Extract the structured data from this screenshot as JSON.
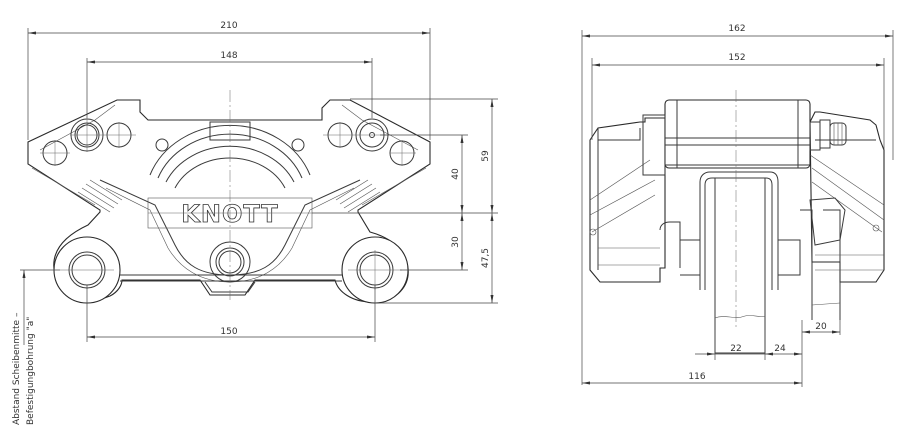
{
  "drawing": {
    "brand_logo": "KNOTT",
    "front_view": {
      "dimensions": {
        "overall_width": "210",
        "upper_hole_spacing": "148",
        "lower_hole_spacing": "150",
        "height_upper": "40",
        "height_lower": "30",
        "height_total_upper": "59",
        "height_total_lower": "47,5"
      },
      "side_note_line1": "Abstand Scheibenmitte –",
      "side_note_line2": "Befestigungbohrung \"a\""
    },
    "side_view": {
      "dimensions": {
        "overall_width": "162",
        "body_width": "152",
        "disc_thickness": "22",
        "disc_to_mount": "24",
        "mount_width": "20",
        "edge_to_mount": "116"
      }
    },
    "colors": {
      "line": "#3a3a3a",
      "background": "#ffffff"
    }
  }
}
